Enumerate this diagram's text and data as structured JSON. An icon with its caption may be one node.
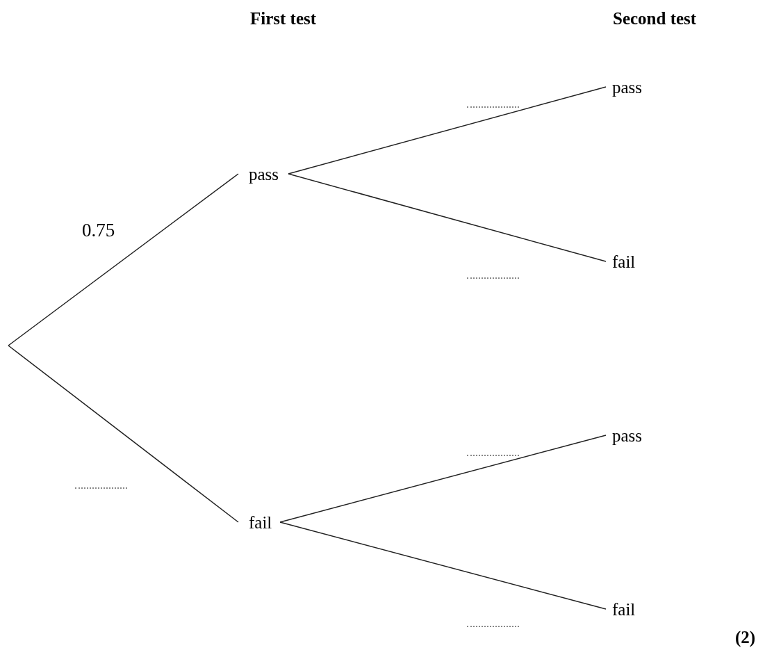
{
  "diagram": {
    "nodes": [
      {
        "text": [
          "pass"
        ]
      },
      {
        "text": [
          "fail"
        ]
      },
      {
        "text": [
          "pass"
        ]
      },
      {
        "text": [
          "fail"
        ]
      },
      {
        "text": [
          "pass"
        ]
      },
      {
        "text": [
          "fail"
        ]
      }
    ],
    "edges": [
      {
        "from": null,
        "to": 0,
        "arrow": "none",
        "label": "0.75"
      },
      {
        "from": null,
        "to": 1,
        "arrow": "none"
      },
      {
        "from": 0,
        "to": 2,
        "arrow": "none"
      },
      {
        "from": 0,
        "to": 3,
        "arrow": "none"
      },
      {
        "from": 1,
        "to": 4,
        "arrow": "none"
      },
      {
        "from": 1,
        "to": 5,
        "arrow": "none"
      }
    ],
    "labels": [
      "First test",
      "Second test",
      "(2)"
    ]
  }
}
